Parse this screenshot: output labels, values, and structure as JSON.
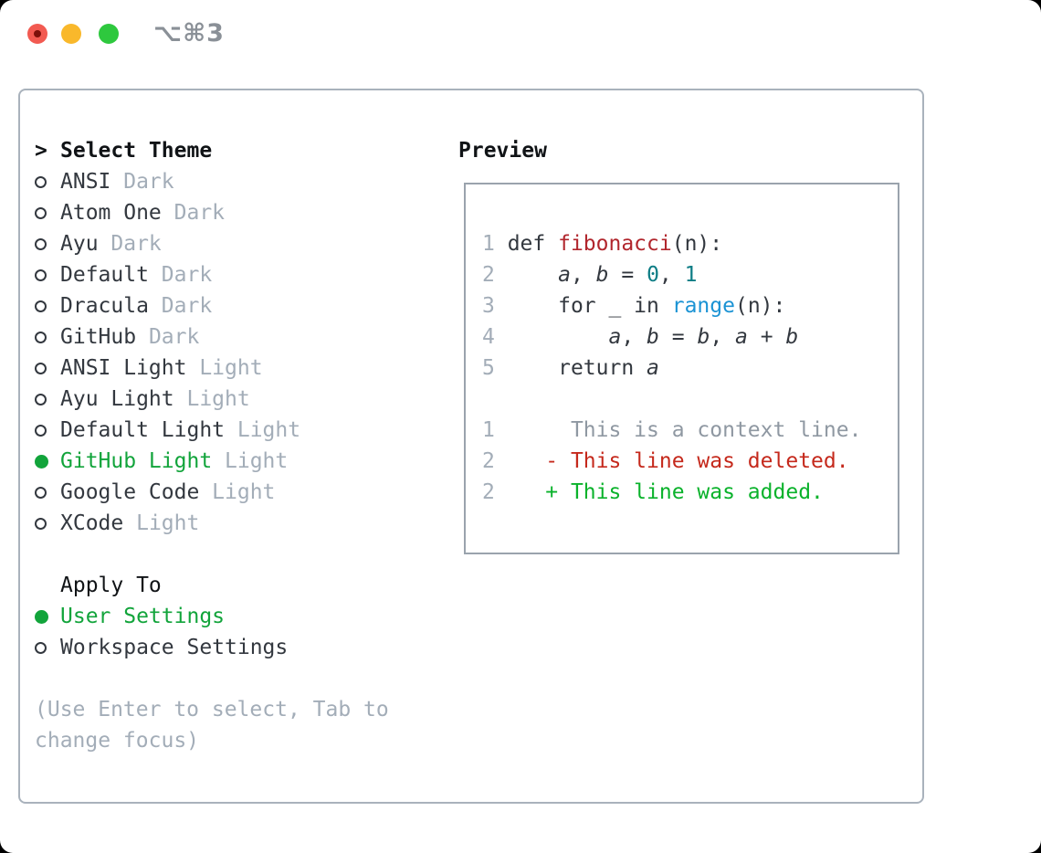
{
  "titlebar": {
    "title": "⌥⌘3"
  },
  "colors": {
    "traffic_red": "#f25a51",
    "traffic_red_dot": "#7c100a",
    "traffic_yellow": "#f9b82b",
    "traffic_green": "#2ec83e",
    "title_gray": "#8a9097",
    "panel_border": "#a9b2bc",
    "box_border": "#9aa3ad",
    "header_dark": "#101316",
    "text_dark": "#33383f",
    "muted": "#a3adb8",
    "ui_green": "#12a43b",
    "func_red": "#b1262d",
    "lit_teal": "#0d7d85",
    "call_blue": "#1b93d4",
    "ctx_gray": "#8f98a2",
    "del_red": "#c5291c",
    "add_green": "#0ab22b"
  },
  "theme_list": {
    "header": {
      "marker": ">",
      "label": "Select Theme"
    },
    "items": [
      {
        "name": "ANSI",
        "variant": "Dark",
        "selected": false
      },
      {
        "name": "Atom One",
        "variant": "Dark",
        "selected": false
      },
      {
        "name": "Ayu",
        "variant": "Dark",
        "selected": false
      },
      {
        "name": "Default",
        "variant": "Dark",
        "selected": false
      },
      {
        "name": "Dracula",
        "variant": "Dark",
        "selected": false
      },
      {
        "name": "GitHub",
        "variant": "Dark",
        "selected": false
      },
      {
        "name": "ANSI Light",
        "variant": "Light",
        "selected": false
      },
      {
        "name": "Ayu Light",
        "variant": "Light",
        "selected": false
      },
      {
        "name": "Default Light",
        "variant": "Light",
        "selected": false
      },
      {
        "name": "GitHub Light",
        "variant": "Light",
        "selected": true
      },
      {
        "name": "Google Code",
        "variant": "Light",
        "selected": false
      },
      {
        "name": "XCode",
        "variant": "Light",
        "selected": false
      }
    ]
  },
  "apply_to": {
    "header": "Apply To",
    "options": [
      {
        "label": "User Settings",
        "selected": true
      },
      {
        "label": "Workspace Settings",
        "selected": false
      }
    ]
  },
  "hint": "(Use Enter to select, Tab to change focus)",
  "preview": {
    "header": "Preview",
    "lines": [
      {
        "tokens": [
          [
            "num",
            "1 "
          ],
          [
            "plain",
            "def "
          ],
          [
            "func",
            "fibonacci"
          ],
          [
            "plain",
            "(n):"
          ]
        ]
      },
      {
        "tokens": [
          [
            "num",
            "2 "
          ],
          [
            "plain",
            "    "
          ],
          [
            "var",
            "a"
          ],
          [
            "plain",
            ", "
          ],
          [
            "var",
            "b"
          ],
          [
            "plain",
            " = "
          ],
          [
            "lit",
            "0"
          ],
          [
            "plain",
            ", "
          ],
          [
            "lit",
            "1"
          ]
        ]
      },
      {
        "tokens": [
          [
            "num",
            "3 "
          ],
          [
            "plain",
            "    for _ in "
          ],
          [
            "call",
            "range"
          ],
          [
            "plain",
            "(n):"
          ]
        ]
      },
      {
        "tokens": [
          [
            "num",
            "4 "
          ],
          [
            "plain",
            "        "
          ],
          [
            "var",
            "a"
          ],
          [
            "plain",
            ", "
          ],
          [
            "var",
            "b"
          ],
          [
            "plain",
            " = "
          ],
          [
            "var",
            "b"
          ],
          [
            "plain",
            ", "
          ],
          [
            "var",
            "a"
          ],
          [
            "plain",
            " + "
          ],
          [
            "var",
            "b"
          ]
        ]
      },
      {
        "tokens": [
          [
            "num",
            "5 "
          ],
          [
            "plain",
            "    return "
          ],
          [
            "var",
            "a"
          ]
        ]
      },
      {
        "tokens": []
      },
      {
        "tokens": [
          [
            "num",
            "1 "
          ],
          [
            "ctx",
            "     This is a context line."
          ]
        ]
      },
      {
        "tokens": [
          [
            "num",
            "2 "
          ],
          [
            "del",
            "   - This line was deleted."
          ]
        ]
      },
      {
        "tokens": [
          [
            "num",
            "2 "
          ],
          [
            "add",
            "   + This line was added."
          ]
        ]
      }
    ]
  }
}
